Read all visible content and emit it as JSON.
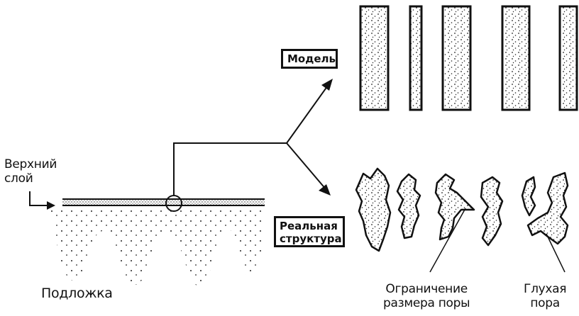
{
  "labels": {
    "top_layer": [
      "Верхний",
      "слой"
    ],
    "substrate": "Подложка",
    "model": "Модель",
    "real_structure": [
      "Реальная",
      "структура"
    ],
    "pore_limit": [
      "Ограничение",
      "размера поры"
    ],
    "dead_pore": [
      "Глухая",
      "пора"
    ]
  },
  "model_columns_count": 5,
  "real_structure_pores_count": 5,
  "colors": {
    "ink": "#111111",
    "background": "#ffffff",
    "stipple": "#222222"
  }
}
